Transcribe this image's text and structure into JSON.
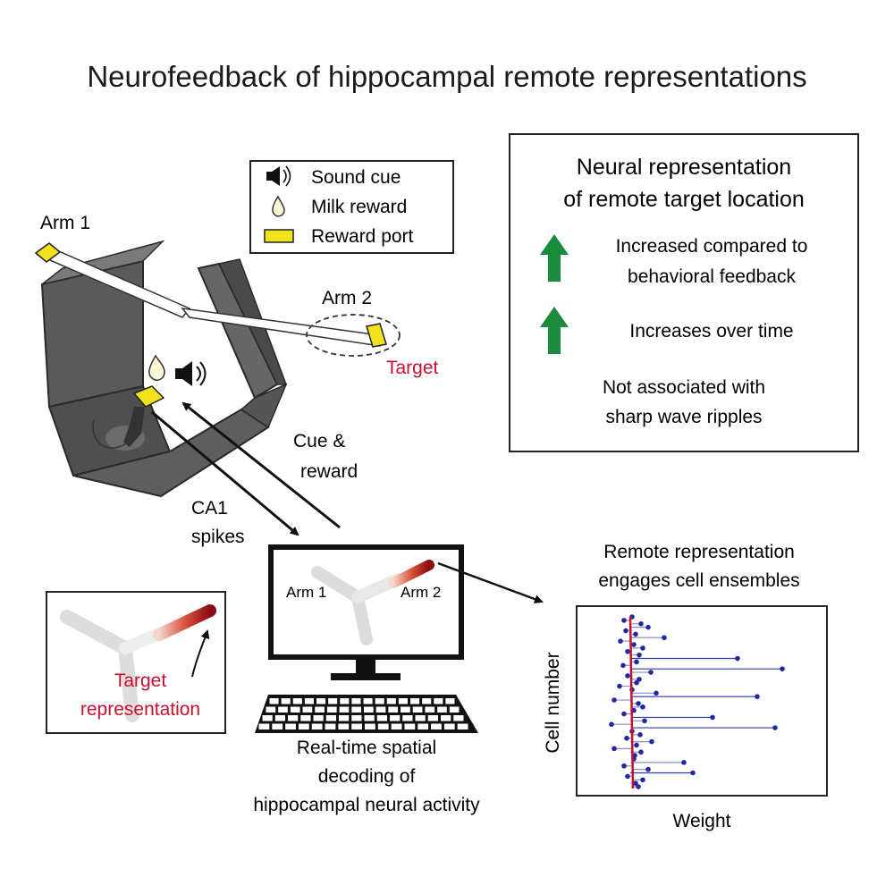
{
  "title": "Neurofeedback of hippocampal remote representations",
  "legend": {
    "items": [
      {
        "label": "Sound cue",
        "icon": "speaker-icon"
      },
      {
        "label": "Milk reward",
        "icon": "milk-drop-icon"
      },
      {
        "label": "Reward port",
        "icon": "reward-port-icon"
      }
    ]
  },
  "maze": {
    "arm1_label": "Arm 1",
    "arm2_label": "Arm 2",
    "target_label": "Target"
  },
  "arrows": {
    "cue_reward": [
      "Cue &",
      "reward"
    ],
    "ca1_spikes": [
      "CA1",
      "spikes"
    ]
  },
  "results_box": {
    "heading": [
      "Neural representation",
      "of remote target location"
    ],
    "row1": [
      "Increased compared to",
      "behavioral feedback"
    ],
    "row2": "Increases over time",
    "row3": [
      "Not associated with",
      "sharp wave ripples"
    ]
  },
  "monitor": {
    "arm1_label": "Arm 1",
    "arm2_label": "Arm 2",
    "caption": [
      "Real-time spatial",
      "decoding of",
      "hippocampal neural activity"
    ]
  },
  "inset": {
    "label": [
      "Target",
      "representation"
    ]
  },
  "ensemble": {
    "heading": [
      "Remote representation",
      "engages cell ensembles"
    ],
    "ylabel": "Cell number",
    "xlabel": "Weight"
  },
  "colors": {
    "target_red": "#c8102e",
    "arrow_green": "#1a8a3c",
    "maze_gray": "#5a5a5a",
    "port_yellow": "#f2e21b",
    "ensemble_blue": "#1f2aa0",
    "ensemble_red_line": "#c8102e"
  }
}
